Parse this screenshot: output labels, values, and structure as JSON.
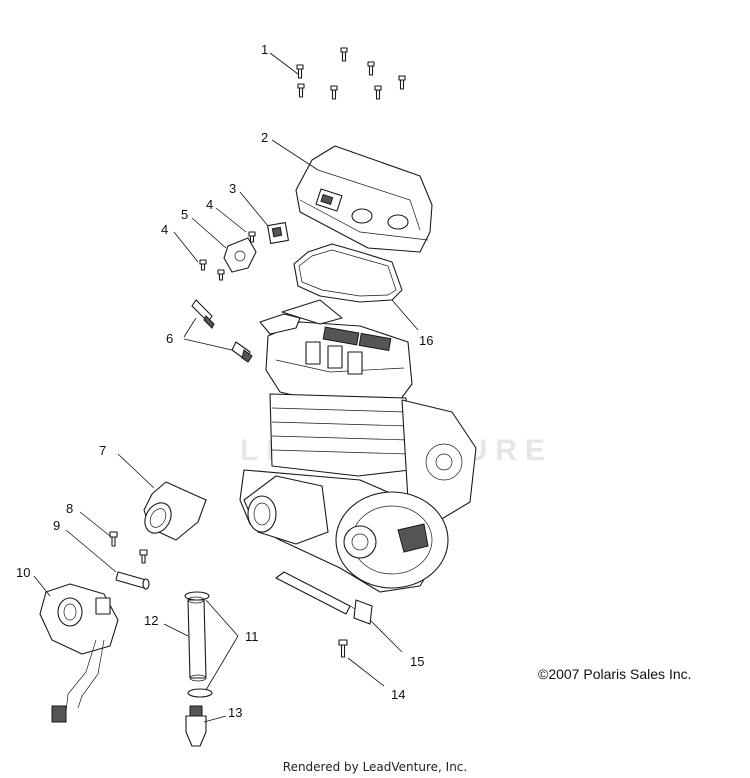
{
  "diagram": {
    "callouts": [
      {
        "id": "1",
        "label": "1"
      },
      {
        "id": "2",
        "label": "2"
      },
      {
        "id": "3",
        "label": "3"
      },
      {
        "id": "4a",
        "label": "4"
      },
      {
        "id": "4b",
        "label": "4"
      },
      {
        "id": "5",
        "label": "5"
      },
      {
        "id": "6",
        "label": "6"
      },
      {
        "id": "7",
        "label": "7"
      },
      {
        "id": "8",
        "label": "8"
      },
      {
        "id": "9",
        "label": "9"
      },
      {
        "id": "10",
        "label": "10"
      },
      {
        "id": "11",
        "label": "11"
      },
      {
        "id": "12",
        "label": "12"
      },
      {
        "id": "13",
        "label": "13"
      },
      {
        "id": "14",
        "label": "14"
      },
      {
        "id": "15",
        "label": "15"
      },
      {
        "id": "16",
        "label": "16"
      }
    ],
    "watermark": "LEADVENTURE",
    "copyright": "©2007 Polaris Sales Inc.",
    "footer": "Rendered by LeadVenture, Inc.",
    "colors": {
      "line": "#111111",
      "watermark": "#e6e6e6"
    }
  }
}
